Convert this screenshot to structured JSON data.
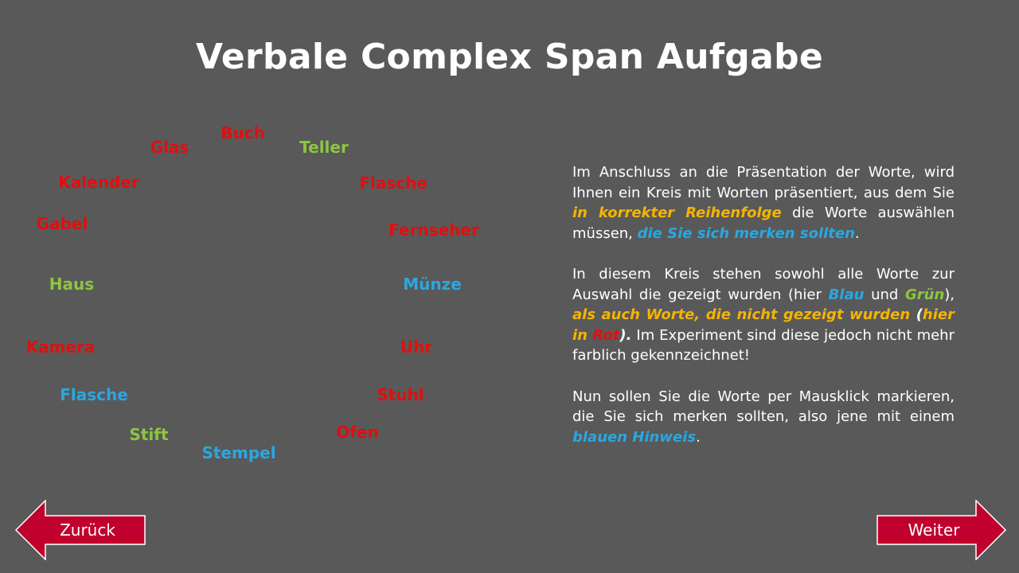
{
  "title": "Verbale Complex Span Aufgabe",
  "colors": {
    "background": "#595959",
    "red": "#e00f0f",
    "green": "#8cc63f",
    "blue": "#2aa7e1",
    "yellow": "#f5b400",
    "button_fill": "#c0002d"
  },
  "word_circle": [
    {
      "text": "Buch",
      "color": "red"
    },
    {
      "text": "Glas",
      "color": "red"
    },
    {
      "text": "Teller",
      "color": "green"
    },
    {
      "text": "Kalender",
      "color": "red"
    },
    {
      "text": "Flasche",
      "color": "red"
    },
    {
      "text": "Gabel",
      "color": "red"
    },
    {
      "text": "Fernseher",
      "color": "red"
    },
    {
      "text": "Haus",
      "color": "green"
    },
    {
      "text": "Münze",
      "color": "blue"
    },
    {
      "text": "Kamera",
      "color": "red"
    },
    {
      "text": "Uhr",
      "color": "red"
    },
    {
      "text": "Flasche",
      "color": "blue"
    },
    {
      "text": "Stuhl",
      "color": "red"
    },
    {
      "text": "Stift",
      "color": "green"
    },
    {
      "text": "Ofen",
      "color": "red"
    },
    {
      "text": "Stempel",
      "color": "blue"
    }
  ],
  "instructions": {
    "p1": {
      "a": "Im Anschluss an die Präsentation der Worte, wird Ihnen ein Kreis mit Worten präsentiert, aus dem Sie ",
      "b": "in korrekter Reihenfolge",
      "c": " die Worte auswählen müssen, ",
      "d": "die Sie sich merken sollten",
      "e": "."
    },
    "p2": {
      "a": "In diesem Kreis stehen sowohl alle Worte zur Auswahl die gezeigt wurden (hier ",
      "b": "Blau",
      "c": " und ",
      "d": "Grün",
      "e": "), ",
      "f": "als auch Worte, die nicht gezeigt wurden",
      "g": " (",
      "h": "hier in ",
      "i": "Rot",
      "j": ").",
      "k": " Im Experiment sind diese jedoch nicht mehr farblich gekennzeichnet!"
    },
    "p3": {
      "a": "Nun sollen Sie die Worte per Mausklick markieren, die Sie sich merken sollten, also jene mit einem ",
      "b": "blauen Hinweis",
      "c": "."
    }
  },
  "nav": {
    "back_label": "Zurück",
    "next_label": "Weiter"
  }
}
